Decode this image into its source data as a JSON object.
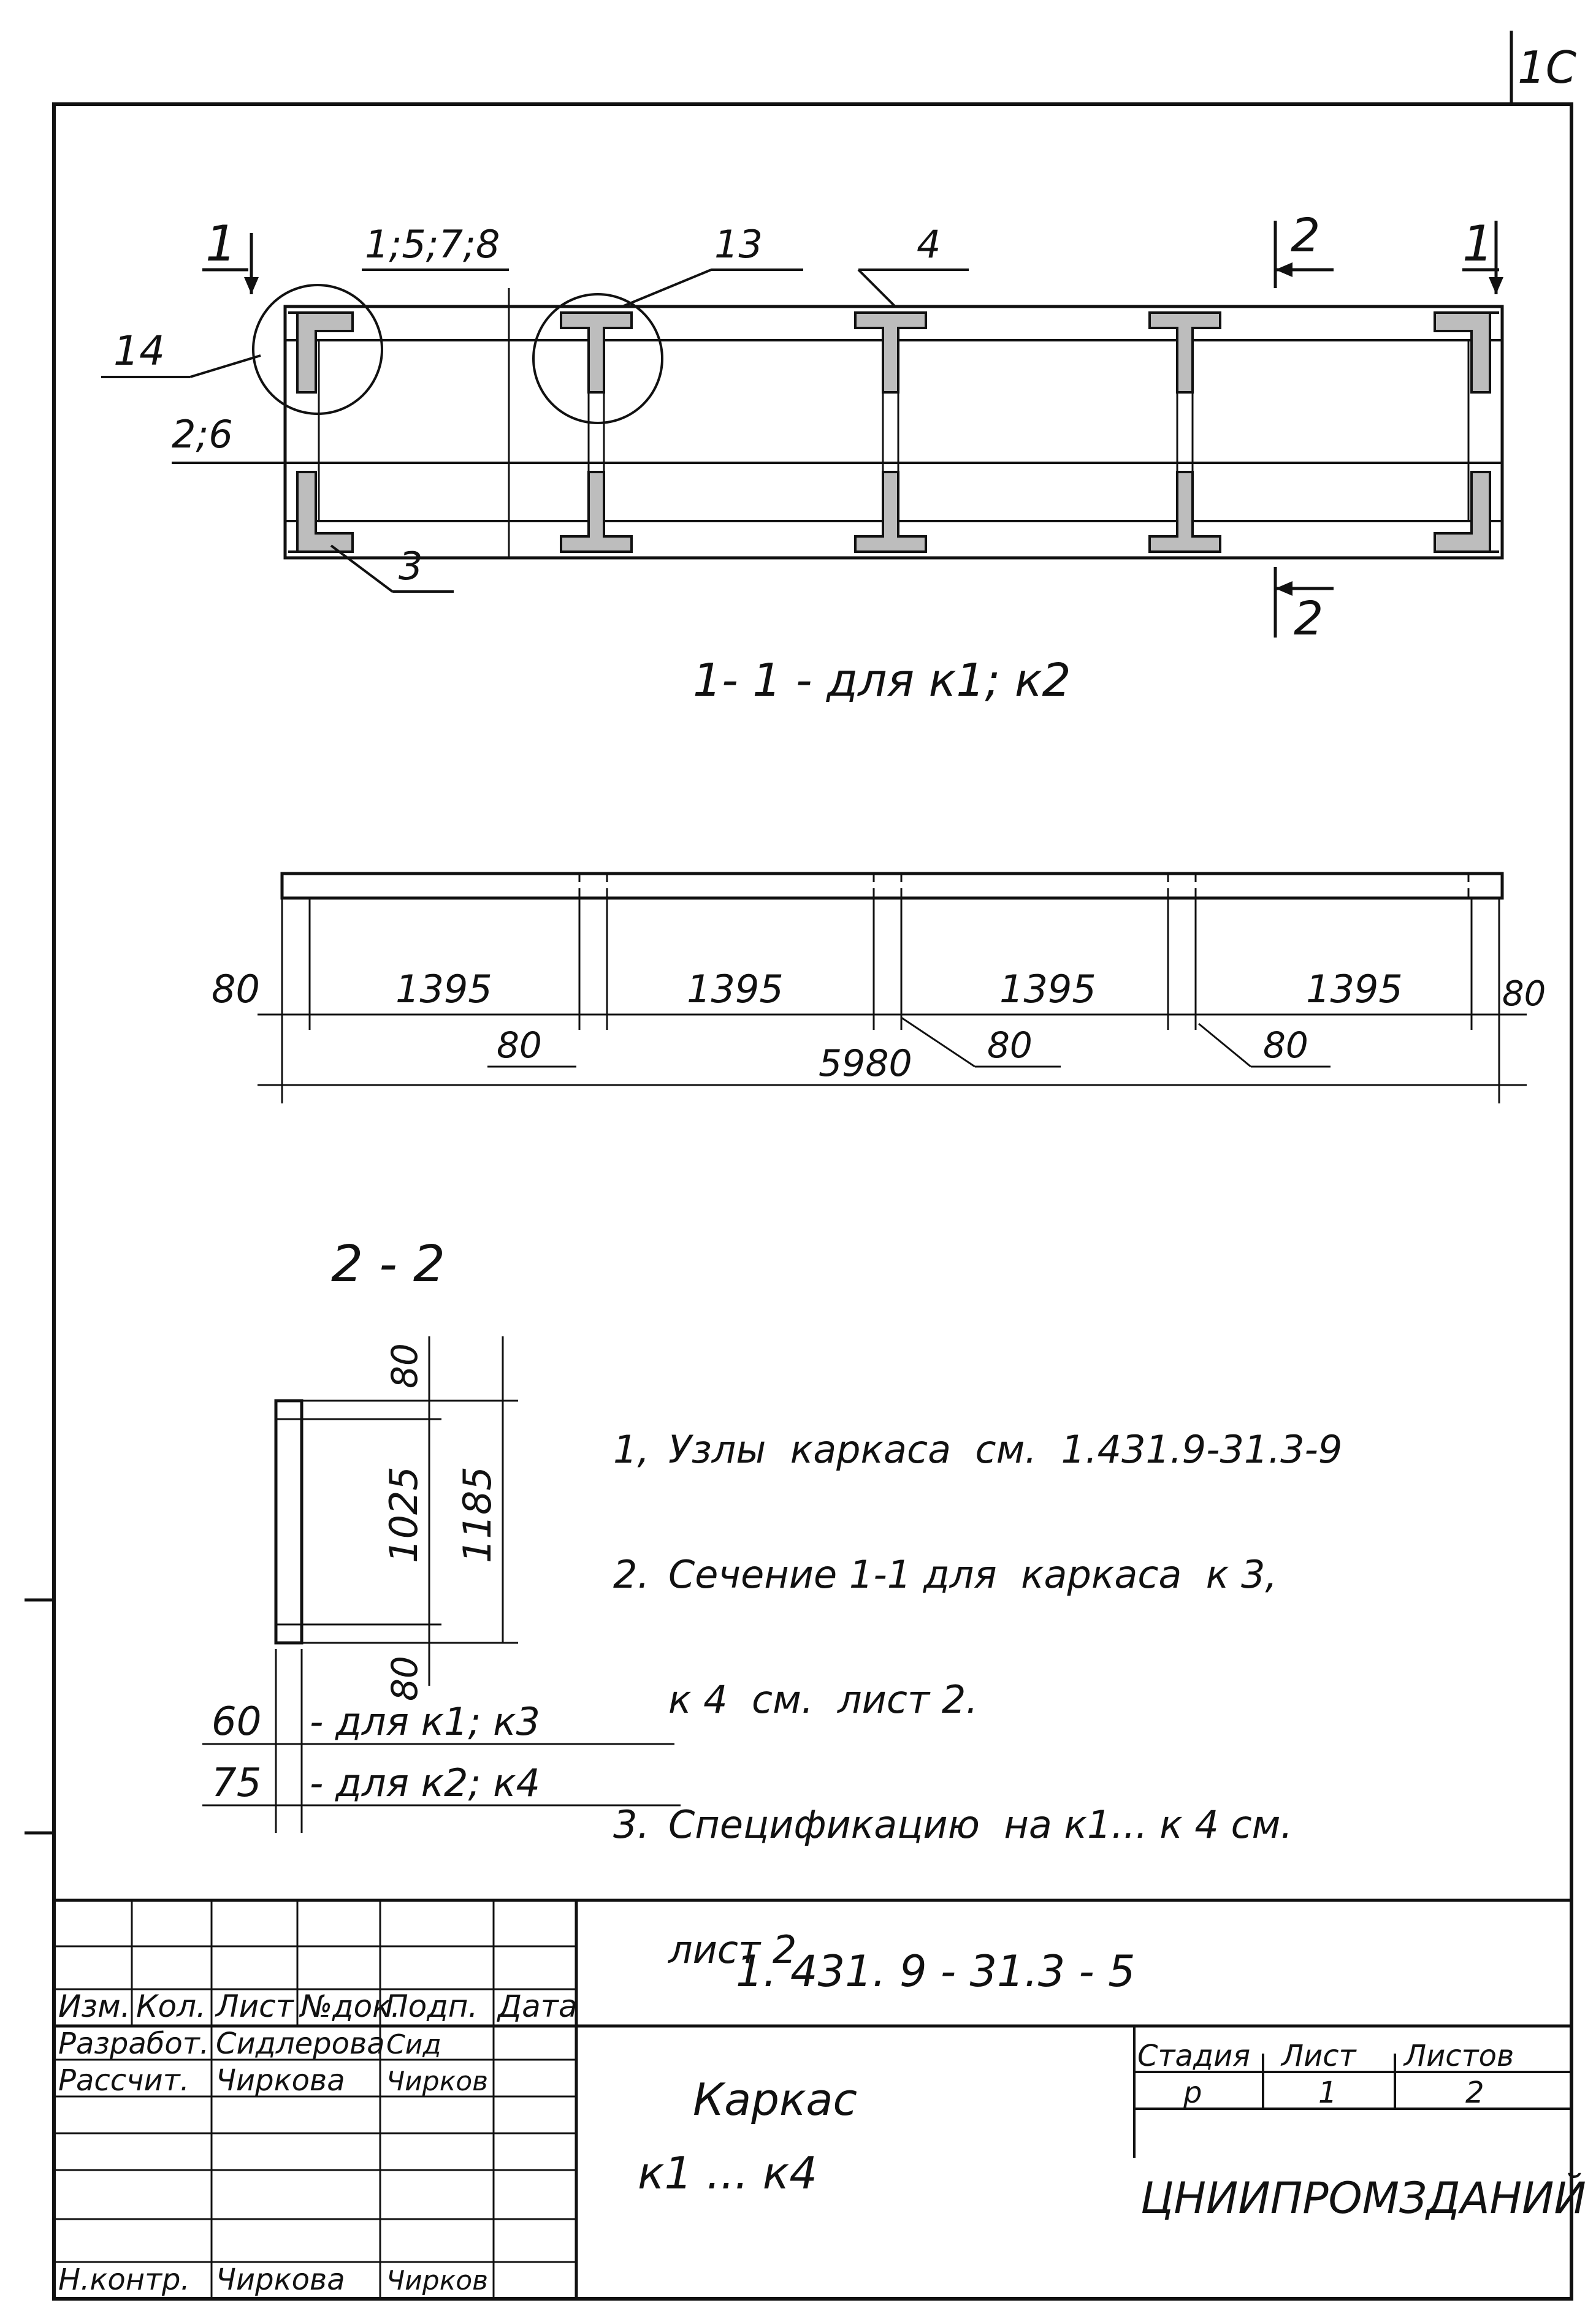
{
  "sheet_number": "1C",
  "section_1_1": {
    "cut_label_left": "1",
    "cut_label_right": "1",
    "cut_label_2_top": "2",
    "cut_label_2_bottom": "2",
    "callout_1578": "1;5;7;8",
    "callout_13": "13",
    "callout_4": "4",
    "callout_14": "14",
    "callout_26": "2;6",
    "callout_3": "3",
    "title": "1- 1   -  для  к1; к2"
  },
  "elevation": {
    "dims_top": [
      "80",
      "1395",
      "1395",
      "1395",
      "1395",
      "80"
    ],
    "dims_gap": [
      "80",
      "80",
      "80"
    ],
    "total": "5980"
  },
  "section_2_2": {
    "title": "2 - 2",
    "dim_80_top": "80",
    "dim_1025": "1025",
    "dim_1185": "1185",
    "dim_80_bottom": "80",
    "row_60_value": "60",
    "row_60_text": "- для  к1; к3",
    "row_75_value": "75",
    "row_75_text": "- для  к2; к4"
  },
  "notes": [
    {
      "num": "1,",
      "text": "Узлы  каркаса  см.  1.431.9-31.3-9"
    },
    {
      "num": "2.",
      "text": "Сечение 1-1 для  каркаса  к 3,"
    },
    {
      "num": "",
      "text": "к 4  см.  лист 2."
    },
    {
      "num": "3.",
      "text": "Спецификацию  на к1... к 4 см."
    },
    {
      "num": "",
      "text": "лист 2"
    }
  ],
  "title_block": {
    "doc_code": "1. 431. 9 - 31.3   - 5",
    "headers": [
      "Изм.",
      "Кол.",
      "Лист",
      "№док.",
      "Подп.",
      "Дата"
    ],
    "row_razrab_label": "Разработ.",
    "row_razrab_name": "Сидлерова",
    "row_razrab_sign": "Сид",
    "row_rasschit_label": "Рассчит.",
    "row_rasschit_name": "Чиркова",
    "row_rasschit_sign": "Чирков",
    "row_nkontr_label": "Н.контр.",
    "row_nkontr_name": "Чиркова",
    "row_nkontr_sign": "Чирков",
    "name_line1": "Каркас",
    "name_line2": "к1 ...      к4",
    "stage_header": "Стадия",
    "sheet_header": "Лист",
    "sheets_header": "Листов",
    "stage_value": "р",
    "sheet_value": "1",
    "sheets_value": "2",
    "org": "ЦНИИПРОМЗДАНИЙ"
  }
}
